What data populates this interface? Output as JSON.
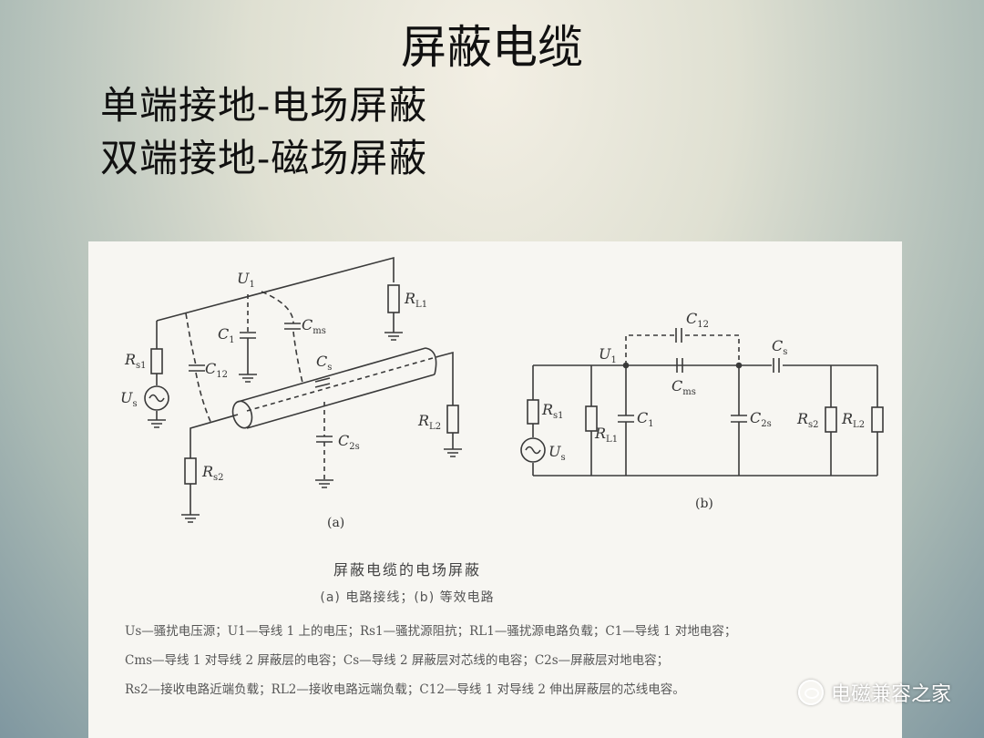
{
  "slide": {
    "title": "屏蔽电缆",
    "subtitle_1": "单端接地-电场屏蔽",
    "subtitle_2": "双端接地-磁场屏蔽"
  },
  "figure": {
    "label_a": "(a)",
    "label_b": "(b)",
    "caption_title": "屏蔽电缆的电场屏蔽",
    "caption_sub": "(a) 电路接线；(b) 等效电路",
    "legend_1": "Us—骚扰电压源；U1—导线 1 上的电压；Rs1—骚扰源阻抗；RL1—骚扰源电路负载；C1—导线 1 对地电容；",
    "legend_2": "Cms—导线 1 对导线 2 屏蔽层的电容；Cs—导线 2 屏蔽层对芯线的电容；C2s—屏蔽层对地电容；",
    "legend_3": "Rs2—接收电路近端负载；RL2—接收电路远端负载；C12—导线 1 对导线 2 伸出屏蔽层的芯线电容。",
    "circuit_a": {
      "U": "U",
      "U_sub": "1",
      "Rs1": "R",
      "Rs1_sub": "s1",
      "Us": "U",
      "Us_sub": "s",
      "C12": "C",
      "C12_sub": "12",
      "C1": "C",
      "C1_sub": "1",
      "Cms": "C",
      "Cms_sub": "ms",
      "Cs": "C",
      "Cs_sub": "s",
      "C2s": "C",
      "C2s_sub": "2s",
      "RL1": "R",
      "RL1_sub": "L1",
      "RL2": "R",
      "RL2_sub": "L2",
      "Rs2": "R",
      "Rs2_sub": "s2"
    },
    "circuit_b": {
      "C12": "C",
      "C12_sub": "12",
      "U": "U",
      "U_sub": "1",
      "Cs": "C",
      "Cs_sub": "s",
      "Cms": "C",
      "Cms_sub": "ms",
      "Rs1": "R",
      "Rs1_sub": "s1",
      "RL1": "R",
      "RL1_sub": "L1",
      "C1": "C",
      "C1_sub": "1",
      "Us": "U",
      "Us_sub": "s",
      "C2s": "C",
      "C2s_sub": "2s",
      "Rs2": "R",
      "Rs2_sub": "s2",
      "RL2": "R",
      "RL2_sub": "L2"
    }
  },
  "watermark": "电磁兼容之家"
}
